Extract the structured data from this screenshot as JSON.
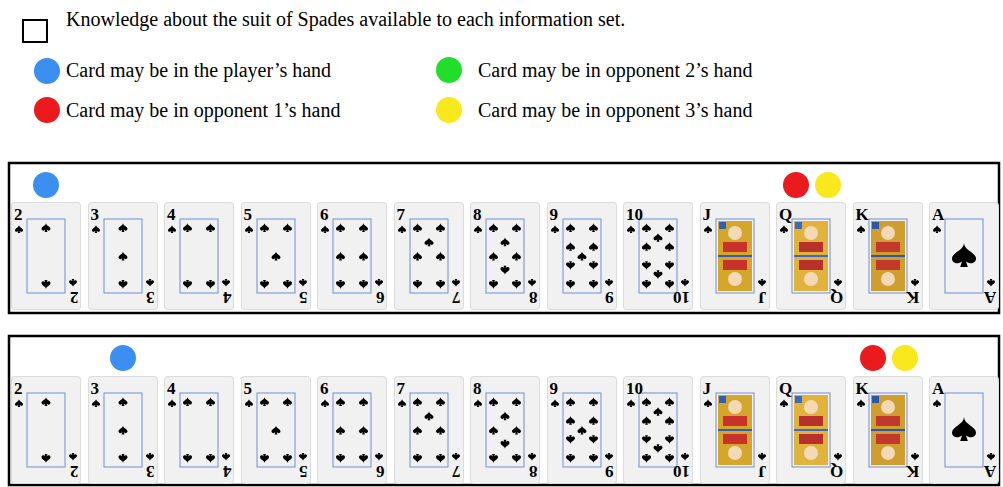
{
  "diagram": {
    "nodes": [
      {
        "text": [
          "2",
          "2"
        ]
      },
      {
        "text": [
          "3",
          "3"
        ]
      },
      {
        "text": [
          "4",
          "4"
        ]
      },
      {
        "text": [
          "5",
          "5"
        ]
      },
      {
        "text": [
          "6",
          "6"
        ]
      },
      {
        "text": [
          "7",
          "7"
        ]
      },
      {
        "text": [
          "8",
          "8"
        ]
      },
      {
        "text": [
          "9",
          "9"
        ]
      },
      {
        "text": [
          "10",
          "10"
        ]
      },
      {
        "text": [
          "J",
          "J"
        ]
      },
      {
        "text": [
          "Q",
          "Q"
        ]
      },
      {
        "text": [
          "K",
          "K"
        ]
      },
      {
        "text": [
          "A",
          "A"
        ]
      },
      {
        "text": [
          "2",
          "2"
        ]
      },
      {
        "text": [
          "3",
          "3"
        ]
      },
      {
        "text": [
          "4",
          "4"
        ]
      },
      {
        "text": [
          "5",
          "5"
        ]
      },
      {
        "text": [
          "6",
          "6"
        ]
      },
      {
        "text": [
          "7",
          "7"
        ]
      },
      {
        "text": [
          "8",
          "8"
        ]
      },
      {
        "text": [
          "9",
          "9"
        ]
      },
      {
        "text": [
          "10",
          "10"
        ]
      },
      {
        "text": [
          "J",
          "J"
        ]
      },
      {
        "text": [
          "Q",
          "Q"
        ]
      },
      {
        "text": [
          "K",
          "K"
        ]
      },
      {
        "text": [
          "A",
          "A"
        ]
      }
    ],
    "legend": [
      {
        "text": "Knowledge about the suit of Spades available to each information set."
      },
      {
        "text": "Card may be in the player’s hand",
        "color": "#3b8ff0"
      },
      {
        "text": "Card may be in opponent 2’s hand",
        "color": "#22dd2a"
      },
      {
        "text": "Card may be in opponent 1’s hand",
        "color": "#ea1a1e"
      },
      {
        "text": "Card may be in opponent 3’s hand",
        "color": "#f8e81c"
      }
    ]
  }
}
